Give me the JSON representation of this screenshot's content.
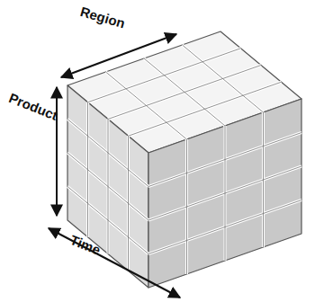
{
  "diagram": {
    "labels": [
      "Region",
      "Product",
      "Time"
    ]
  }
}
